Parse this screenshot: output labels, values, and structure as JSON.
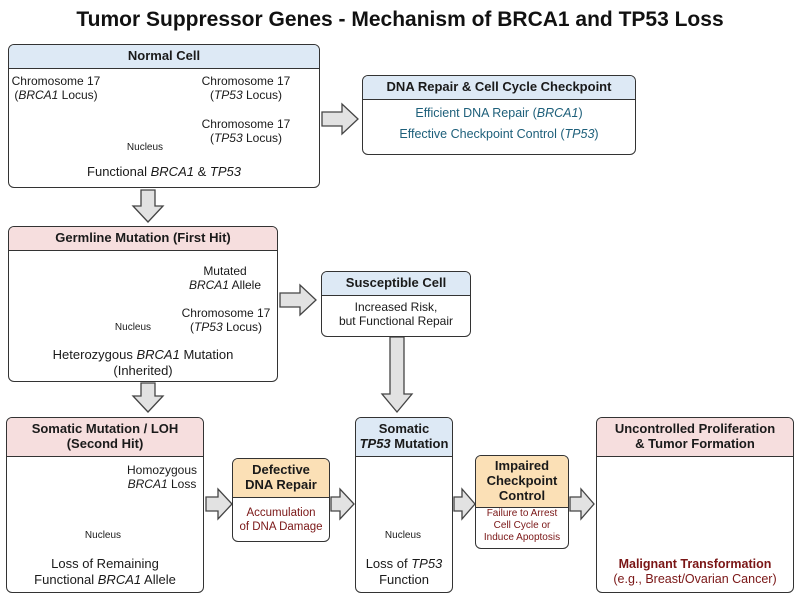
{
  "title": "Tumor Suppressor Genes - Mechanism of BRCA1 and TP53 Loss",
  "normal_cell": {
    "header": "Normal Cell",
    "label_chr17_brca1_line1": "Chromosome 17",
    "label_chr17_brca1_line2_pre": "(",
    "label_chr17_brca1_gene": "BRCA1",
    "label_chr17_brca1_line2_post": " Locus)",
    "label_chr17_tp53_top_line1": "Chromosome 17",
    "label_chr17_tp53_top_pre": "(",
    "label_chr17_tp53_top_gene": "TP53",
    "label_chr17_tp53_top_post": " Locus)",
    "label_chr17_tp53_bottom_line1": "Chromosome 17",
    "label_chr17_tp53_bottom_pre": "(",
    "label_chr17_tp53_bottom_gene": "TP53",
    "label_chr17_tp53_bottom_post": " Locus)",
    "nucleus": "Nucleus",
    "caption_pre": "Functional ",
    "caption_gene1": "BRCA1",
    "caption_mid": " & ",
    "caption_gene2": "TP53"
  },
  "dna_repair": {
    "header": "DNA Repair & Cell Cycle Checkpoint",
    "line1_pre": "Efficient DNA Repair (",
    "line1_gene": "BRCA1",
    "line1_post": ")",
    "line2_pre": "Effective Checkpoint Control (",
    "line2_gene": "TP53",
    "line2_post": ")"
  },
  "germline": {
    "header": "Germline Mutation (First Hit)",
    "label_mutated_line1": "Mutated",
    "label_mutated_gene": "BRCA1",
    "label_mutated_post": " Allele",
    "label_chr17_line1": "Chromosome 17",
    "label_chr17_pre": "(",
    "label_chr17_gene": "TP53",
    "label_chr17_post": " Locus)",
    "nucleus": "Nucleus",
    "caption_pre": "Heterozygous ",
    "caption_gene": "BRCA1",
    "caption_post": " Mutation",
    "caption_line2": "(Inherited)"
  },
  "susceptible": {
    "header": "Susceptible Cell",
    "line1": "Increased Risk,",
    "line2": "but Functional Repair"
  },
  "somatic_loh": {
    "header_line1": "Somatic Mutation / LOH",
    "header_line2": "(Second Hit)",
    "label_line1": "Homozygous",
    "label_gene": "BRCA1",
    "label_post": " Loss",
    "nucleus": "Nucleus",
    "caption_line1": "Loss of Remaining",
    "caption_pre": "Functional ",
    "caption_gene": "BRCA1",
    "caption_post": " Allele"
  },
  "defective_repair": {
    "header_line1": "Defective",
    "header_line2": "DNA Repair",
    "line1": "Accumulation",
    "line2": "of DNA Damage"
  },
  "somatic_tp53": {
    "header_line1": "Somatic",
    "header_gene": "TP53",
    "header_post": " Mutation",
    "nucleus": "Nucleus",
    "caption_line1_pre": "Loss of ",
    "caption_line1_gene": "TP53",
    "caption_line2": "Function"
  },
  "impaired_checkpoint": {
    "header_line1": "Impaired",
    "header_line2": "Checkpoint",
    "header_line3": "Control",
    "line1": "Failure to Arrest",
    "line2": "Cell Cycle or",
    "line3": "Induce Apoptosis"
  },
  "tumor": {
    "header_line1": "Uncontrolled Proliferation",
    "header_line2": "& Tumor Formation",
    "caption_line1": "Malignant Transformation",
    "caption_line2": "(e.g., Breast/Ovarian Cancer)"
  },
  "colors": {
    "blue_header": "#dde9f5",
    "pink_header": "#f6dede",
    "orange_header": "#fbe0b6",
    "teal_text": "#1d5f7a",
    "maroon_text": "#7a1616"
  }
}
